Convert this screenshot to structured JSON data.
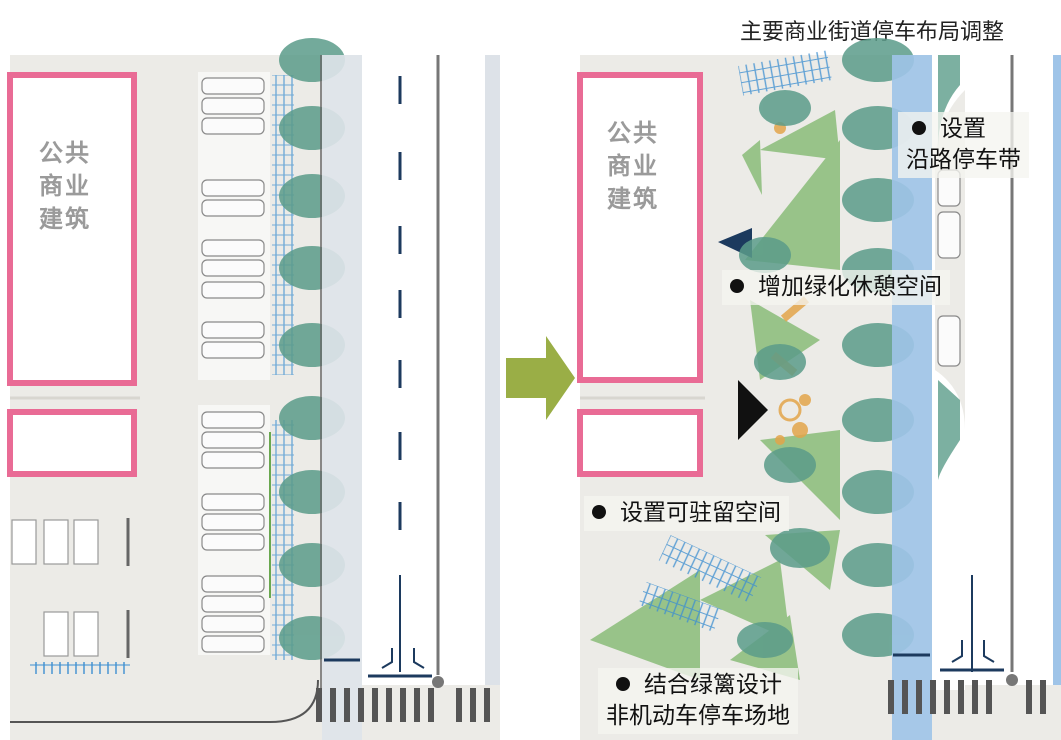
{
  "title": "主要商业街道停车布局调整",
  "left_panel": {
    "building_label": [
      "公共",
      "商业",
      "建筑"
    ]
  },
  "right_panel": {
    "building_label": [
      "公共",
      "商业",
      "建筑"
    ],
    "notes": {
      "roadside_parking_line1": "设置",
      "roadside_parking_line2": "沿路停车带",
      "green_rest": "增加绿化休憩空间",
      "stay_space": "设置可驻留空间",
      "bike_parking_line1": "结合绿篱设计",
      "bike_parking_line2": "非机动车停车场地"
    }
  },
  "colors": {
    "building_edge": "#e96b95",
    "tree": "#5b9c8a",
    "bike_lane": "#9fc4e8",
    "arrow": "#9aae46",
    "green_triangle": "#7cb66a",
    "road_mark": "#1c3a5e"
  }
}
